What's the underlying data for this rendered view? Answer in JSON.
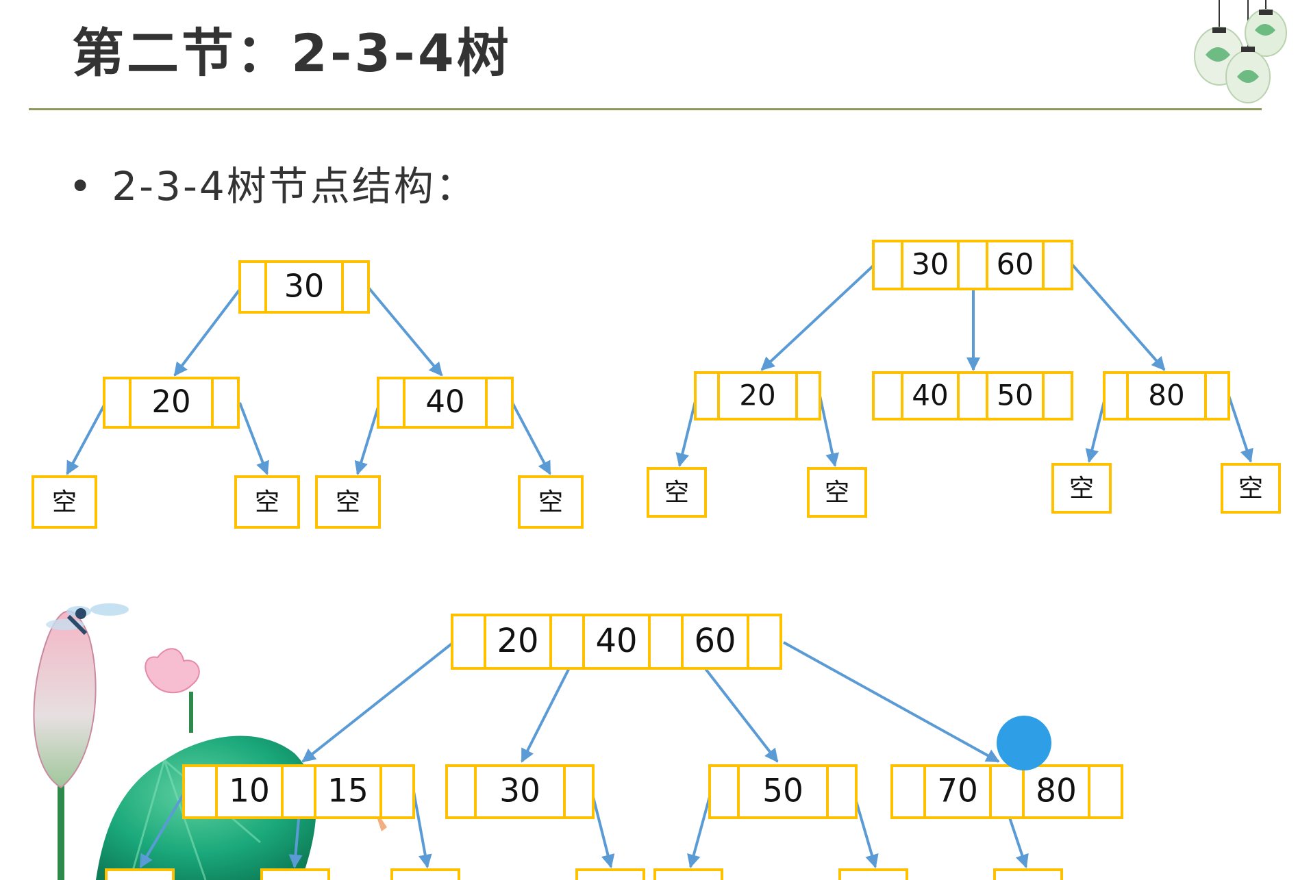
{
  "slide": {
    "title": "第二节：2-3-4树",
    "bullet_text": "2-3-4树节点结构："
  },
  "colors": {
    "node_border": "#FFC000",
    "edge": "#5B9BD5",
    "rule": "#8C9A5A",
    "text": "#333333"
  },
  "empty_label": "空",
  "trees": [
    {
      "name": "2-node tree",
      "root": [
        "30"
      ],
      "children": [
        {
          "keys": [
            "20"
          ],
          "children": [
            "空",
            "空"
          ]
        },
        {
          "keys": [
            "40"
          ],
          "children": [
            "空",
            "空"
          ]
        }
      ]
    },
    {
      "name": "3-node tree",
      "root": [
        "30",
        "60"
      ],
      "children": [
        {
          "keys": [
            "20"
          ],
          "children": [
            "空",
            "空"
          ]
        },
        {
          "keys": [
            "40",
            "50"
          ],
          "children": []
        },
        {
          "keys": [
            "80"
          ],
          "children": [
            "空",
            "空"
          ]
        }
      ]
    },
    {
      "name": "4-node tree",
      "root": [
        "20",
        "40",
        "60"
      ],
      "children": [
        {
          "keys": [
            "10",
            "15"
          ]
        },
        {
          "keys": [
            "30"
          ]
        },
        {
          "keys": [
            "50"
          ]
        },
        {
          "keys": [
            "70",
            "80"
          ]
        }
      ]
    }
  ],
  "decorations": [
    "lantern-icon",
    "lotus-icon",
    "dragonfly-icon",
    "goldfish-icon",
    "blue-dot"
  ]
}
